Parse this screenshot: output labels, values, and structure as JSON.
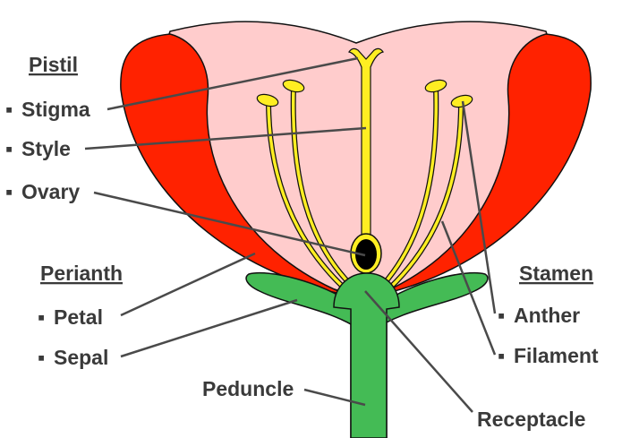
{
  "colors": {
    "petal_inner": "#ffcccc",
    "petal_outer": "#ff2200",
    "stamen": "#ffee22",
    "green": "#44bb55",
    "ovary": "#000000",
    "label": "#3a3a3a"
  },
  "groups": {
    "pistil": {
      "title": "Pistil",
      "items": [
        "Stigma",
        "Style",
        "Ovary"
      ]
    },
    "perianth": {
      "title": "Perianth",
      "items": [
        "Petal",
        "Sepal"
      ]
    },
    "stamen": {
      "title": "Stamen",
      "items": [
        "Anther",
        "Filament"
      ]
    }
  },
  "bullet": "▪",
  "peduncle": "Peduncle",
  "receptacle": "Receptacle"
}
